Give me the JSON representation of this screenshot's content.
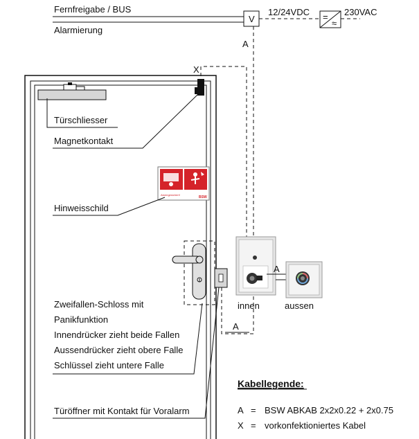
{
  "top": {
    "remote_release": "Fernfreigabe / BUS",
    "alarm": "Alarmierung",
    "v_box": "V",
    "voltage_low": "12/24VDC",
    "psu_symbol_top": "=",
    "psu_symbol_bottom": "≈",
    "voltage_high": "230VAC"
  },
  "cables": {
    "a": "A",
    "x": "X"
  },
  "labels": {
    "door_closer": "Türschliesser",
    "magnet_contact": "Magnetkontakt",
    "sign": "Hinweisschild",
    "lock_lines": [
      "Zweifallen-Schloss mit",
      "Panikfunktion",
      "Innendrücker zieht beide Fallen",
      "Aussendrücker zieht obere Falle",
      "Schlüssel zieht untere Falle"
    ],
    "opener": "Türöffner mit Kontakt für Voralarm",
    "inside": "innen",
    "outside": "aussen"
  },
  "legend": {
    "title": "Kabellegende:",
    "rows": [
      {
        "key": "A",
        "eq": "=",
        "text": "BSW ABKAB 2x2x0.22 + 2x0.75"
      },
      {
        "key": "X",
        "eq": "=",
        "text": "vorkonfektioniertes Kabel"
      }
    ]
  },
  "sign_text": "Alarmgesichert!",
  "sign_brand": "BSW",
  "colors": {
    "sign_red": "#d5232a",
    "panel_gray": "#e6e6e6",
    "unit_white": "#f4f4f4"
  }
}
